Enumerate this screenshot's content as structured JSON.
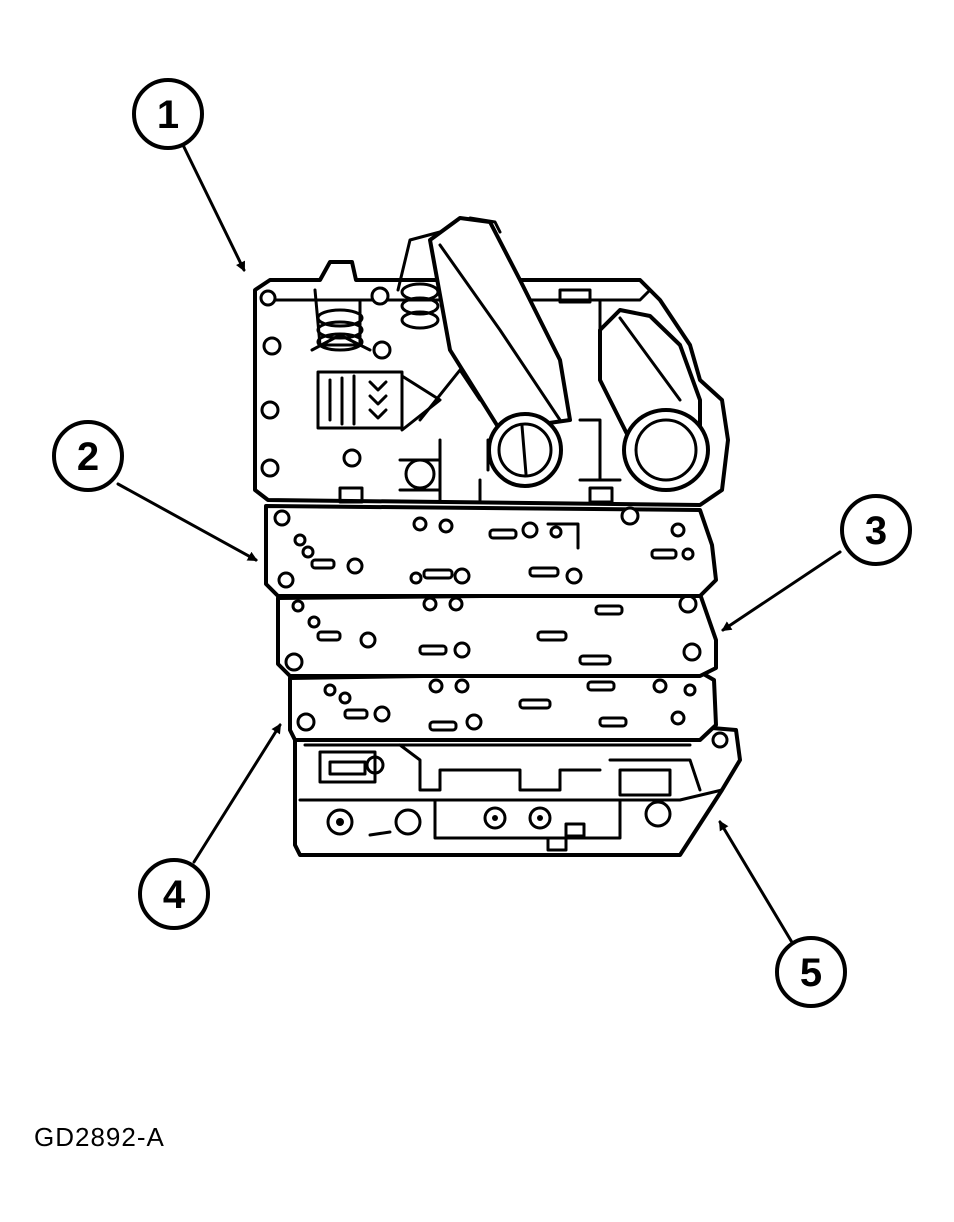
{
  "figure_id": "GD2892-A",
  "callouts": [
    {
      "id": "1",
      "label": "1"
    },
    {
      "id": "2",
      "label": "2"
    },
    {
      "id": "3",
      "label": "3"
    },
    {
      "id": "4",
      "label": "4"
    },
    {
      "id": "5",
      "label": "5"
    }
  ],
  "colors": {
    "ink": "#000000",
    "paper": "#ffffff"
  }
}
